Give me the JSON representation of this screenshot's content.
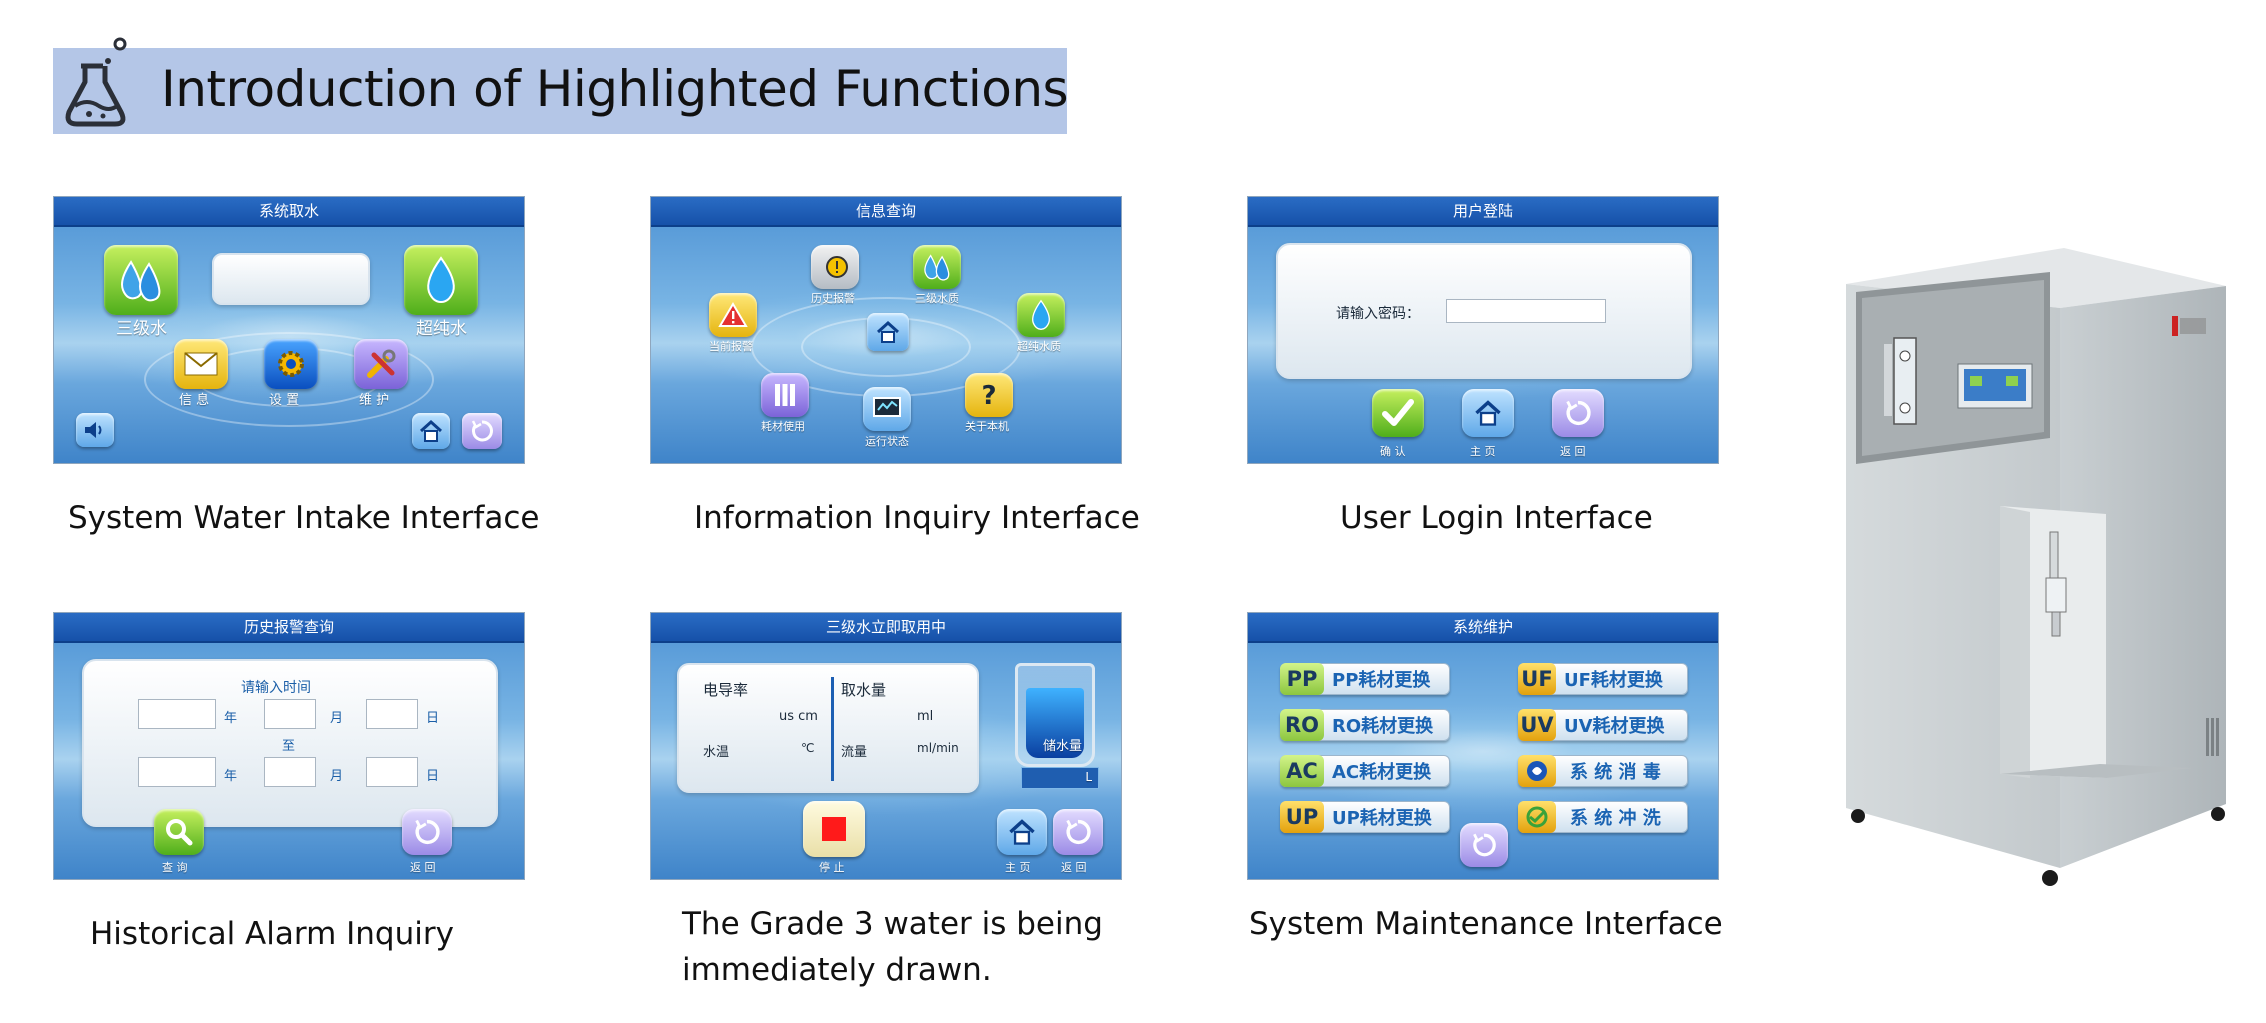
{
  "page": {
    "title": "Introduction of Highlighted Functions"
  },
  "panels": {
    "water_intake": {
      "header": "系统取水",
      "labels": {
        "grade3": "三级水",
        "ultrapure": "超纯水",
        "info": "信 息",
        "settings": "设 置",
        "maintain": "维 护"
      },
      "caption": "System Water Intake Interface"
    },
    "info_inquiry": {
      "header": "信息查询",
      "labels": {
        "history_alarm": "历史报警",
        "grade3_water": "三级水质",
        "current_alarm": "当前报警",
        "ultrapure_quality": "超纯水质",
        "consumables": "耗材使用",
        "run_status": "运行状态",
        "about": "关于本机"
      },
      "caption": "Information Inquiry Interface"
    },
    "user_login": {
      "header": "用户登陆",
      "prompt": "请输入密码：",
      "labels": {
        "confirm": "确 认",
        "home": "主 页",
        "back": "返 回"
      },
      "caption": "User Login Interface"
    },
    "history_alarm": {
      "header": "历史报警查询",
      "prompt": "请输入时间",
      "to": "至",
      "year": "年",
      "month": "月",
      "day": "日",
      "labels": {
        "query": "查 询",
        "back": "返 回"
      },
      "caption": "Historical Alarm Inquiry"
    },
    "grade3_draw": {
      "header": "三级水立即取用中",
      "conductivity": "电导率",
      "conductivity_unit": "us cm",
      "water_temp": "水温",
      "temp_unit": "℃",
      "draw_volume": "取水量",
      "draw_unit": "ml",
      "flow": "流量",
      "flow_unit": "ml/min",
      "tank": "储水量",
      "tank_unit": "L",
      "labels": {
        "stop": "停 止",
        "home": "主 页",
        "back": "返 回"
      },
      "caption_line1": "The Grade 3 water is being",
      "caption_line2": "immediately drawn."
    },
    "maintenance": {
      "header": "系统维护",
      "buttons": [
        {
          "tag": "PP",
          "text": "PP耗材更换"
        },
        {
          "tag": "RO",
          "text": "RO耗材更换"
        },
        {
          "tag": "AC",
          "text": "AC耗材更换"
        },
        {
          "tag": "UP",
          "text": "UP耗材更换"
        },
        {
          "tag": "UF",
          "text": "UF耗材更换"
        },
        {
          "tag": "UV",
          "text": "UV耗材更换"
        },
        {
          "tag": "",
          "text": "系 统 消 毒"
        },
        {
          "tag": "",
          "text": "系 统 冲 洗"
        }
      ],
      "caption": "System Maintenance Interface"
    }
  },
  "icons": {
    "flask": "flask-icon",
    "water_drop": "water-drop-icon",
    "envelope": "envelope-icon",
    "gear": "gear-icon",
    "tools": "tools-icon",
    "speaker": "speaker-icon",
    "home": "home-icon",
    "back": "refresh-back-icon",
    "warning": "warning-icon",
    "question": "question-icon",
    "check": "check-icon",
    "search": "search-icon",
    "stop": "stop-icon"
  },
  "colors": {
    "banner": "#b4c6e7",
    "header_bar": "#1651a9",
    "panel_blue": "#4d92d4"
  }
}
